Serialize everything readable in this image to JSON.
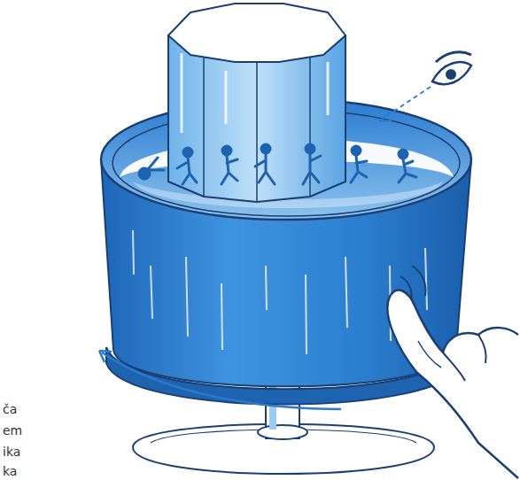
{
  "diagram": {
    "labels": [
      "ča",
      "em",
      "ika",
      "ka"
    ]
  }
}
